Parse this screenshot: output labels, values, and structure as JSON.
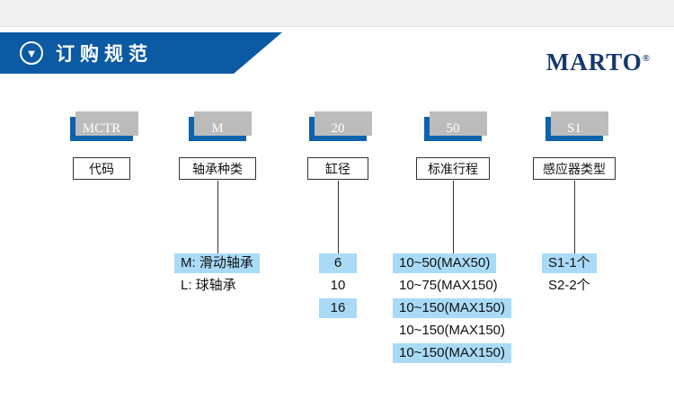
{
  "header": {
    "title": "订购规范",
    "brand": "MARTO",
    "brand_reg": "®",
    "triangle_icon": "▼",
    "accent_color": "#0b5aa3"
  },
  "diagram": {
    "highlight_color": "#a9dbf7",
    "code_box_color": "#0e63ac",
    "columns": [
      {
        "code": "MCTR",
        "label": "代码",
        "options": []
      },
      {
        "code": "M",
        "label": "轴承种类",
        "options": [
          {
            "text": "M: 滑动轴承",
            "highlight": true
          },
          {
            "text": "L: 球轴承",
            "highlight": false
          }
        ]
      },
      {
        "code": "20",
        "label": "缸径",
        "options": [
          {
            "text": "6",
            "highlight": true
          },
          {
            "text": "10",
            "highlight": false
          },
          {
            "text": "16",
            "highlight": true
          }
        ]
      },
      {
        "code": "50",
        "label": "标准行程",
        "options": [
          {
            "text": "10~50(MAX50)",
            "highlight": true
          },
          {
            "text": "10~75(MAX150)",
            "highlight": false
          },
          {
            "text": "10~150(MAX150)",
            "highlight": true
          },
          {
            "text": "10~150(MAX150)",
            "highlight": false
          },
          {
            "text": "10~150(MAX150)",
            "highlight": true
          }
        ]
      },
      {
        "code": "S1",
        "label": "感应器类型",
        "options": [
          {
            "text": "S1-1个",
            "highlight": true
          },
          {
            "text": "S2-2个",
            "highlight": false
          }
        ]
      }
    ]
  }
}
